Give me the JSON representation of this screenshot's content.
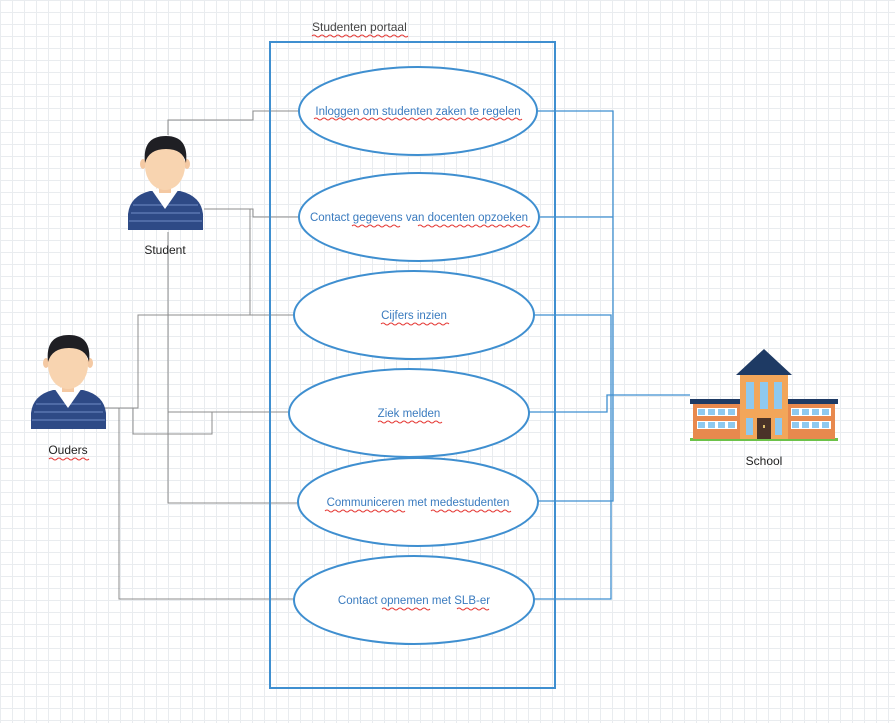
{
  "diagram": {
    "system_title": "Studenten portaal",
    "use_cases": [
      "Inloggen om studenten zaken te regelen",
      "Contact gegevens van docenten opzoeken",
      "Cijfers inzien",
      "Ziek melden",
      "Communiceren met medestudenten",
      "Contact opnemen met SLB-er"
    ],
    "actors": {
      "student": "Student",
      "ouders": "Ouders",
      "school": "School"
    }
  },
  "colors": {
    "system_border": "#3f8fd0",
    "use_case_text": "#3a7bbf",
    "connector_gray": "#8c8c8c",
    "spellcheck_underline": "#e53935"
  }
}
